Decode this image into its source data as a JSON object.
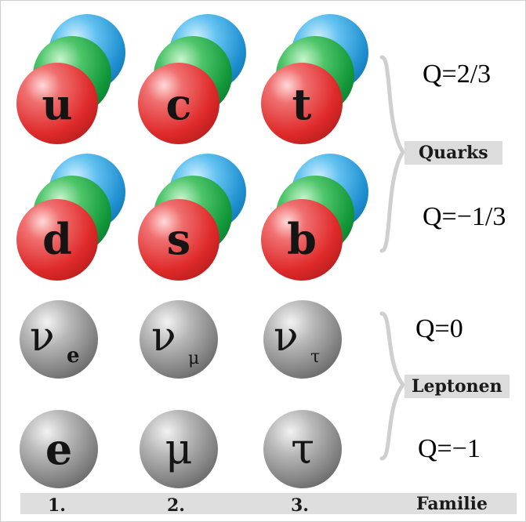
{
  "quark_rows": [
    [
      {
        "symbol": "u"
      },
      {
        "symbol": "c"
      },
      {
        "symbol": "t"
      }
    ],
    [
      {
        "symbol": "d"
      },
      {
        "symbol": "s"
      },
      {
        "symbol": "b"
      }
    ]
  ],
  "lepton_rows": [
    [
      {
        "symbol": "ν",
        "subscript": "e"
      },
      {
        "symbol": "ν",
        "subscript": "μ"
      },
      {
        "symbol": "ν",
        "subscript": "τ"
      }
    ],
    [
      {
        "symbol": "e"
      },
      {
        "symbol": "μ"
      },
      {
        "symbol": "τ"
      }
    ]
  ],
  "charges": {
    "up_type": "Q=2/3",
    "down_type": "Q=−1/3",
    "neutrino": "Q=0",
    "lepton": "Q=−1"
  },
  "groups": {
    "quarks": "Quarks",
    "leptons": "Leptonen"
  },
  "footer": {
    "families": [
      "1.",
      "2.",
      "3."
    ],
    "label": "Familie"
  },
  "colors": {
    "quark_color_1": "#df2a2a",
    "quark_color_2": "#12983a",
    "quark_color_3": "#1f8fd0",
    "lepton": "#7b7b7b",
    "label_background": "#dcdcdc",
    "brace": "#cfcfcf"
  }
}
